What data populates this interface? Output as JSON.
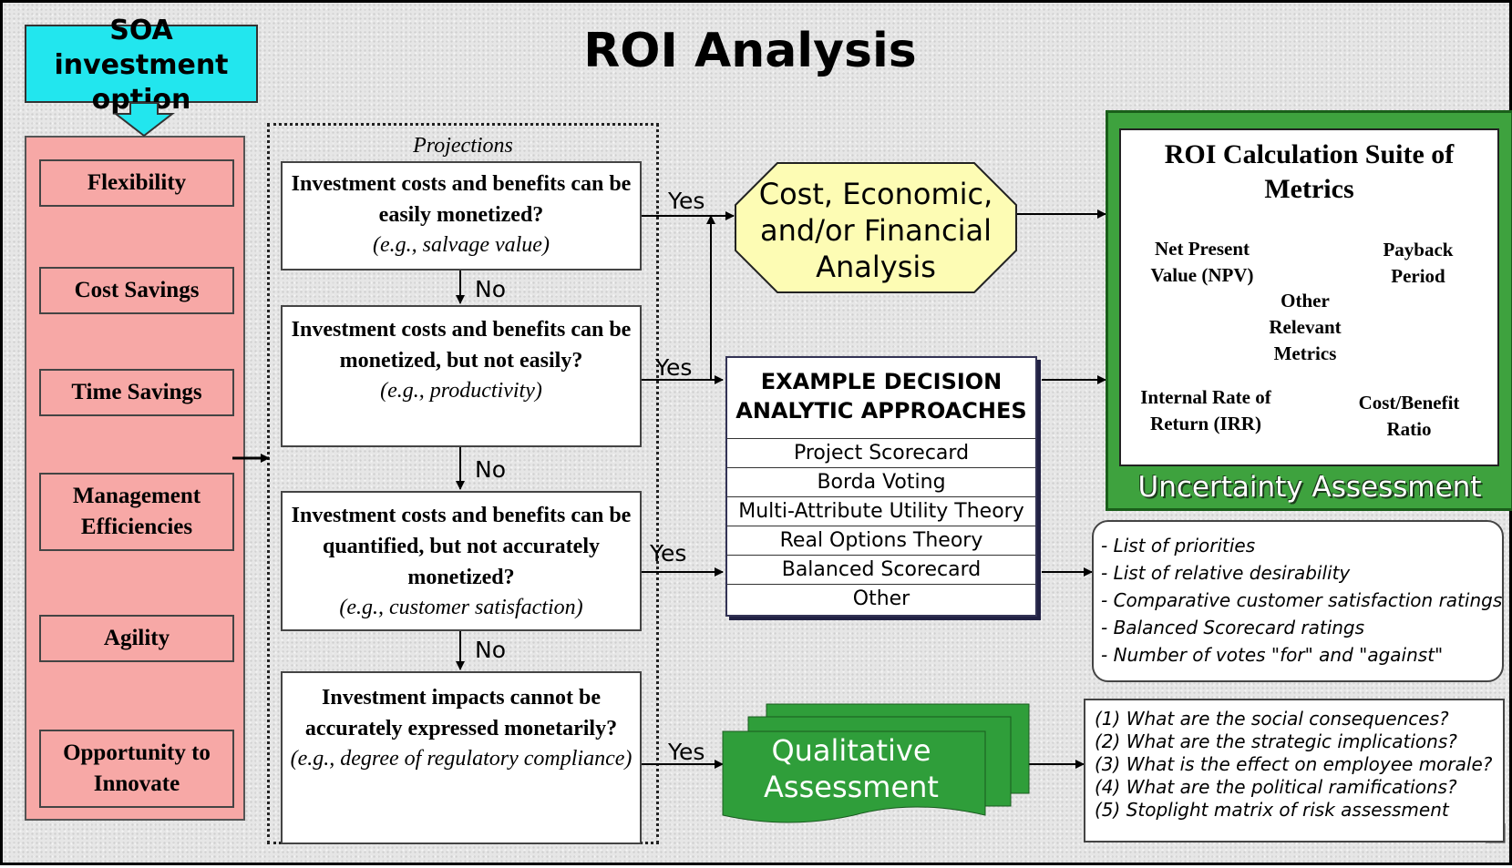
{
  "title": "ROI Analysis",
  "soa_option": "SOA investment option",
  "left_panel": {
    "items": [
      "Flexibility",
      "Cost Savings",
      "Time Savings",
      "Management Efficiencies",
      "Agility",
      "Opportunity to Innovate"
    ]
  },
  "projections": {
    "label": "Projections",
    "questions": [
      {
        "text": "Investment costs and benefits can be easily monetized?",
        "example": "(e.g., salvage value)"
      },
      {
        "text": "Investment costs and benefits can be monetized, but not easily?",
        "example": "(e.g., productivity)"
      },
      {
        "text": "Investment costs and benefits can be quantified, but not accurately monetized?",
        "example": "(e.g., customer satisfaction)"
      },
      {
        "text": "Investment impacts cannot be accurately expressed monetarily?",
        "example": "(e.g., degree of regulatory compliance)"
      }
    ]
  },
  "labels": {
    "yes": "Yes",
    "no": "No"
  },
  "cost_analysis": "Cost, Economic, and/or Financial Analysis",
  "example_approaches": {
    "heading": "EXAMPLE DECISION ANALYTIC APPROACHES",
    "items": [
      "Project Scorecard",
      "Borda Voting",
      "Multi-Attribute Utility Theory",
      "Real Options Theory",
      "Balanced Scorecard",
      "Other"
    ]
  },
  "roi_calculation": {
    "title": "ROI Calculation Suite of Metrics",
    "pieces": {
      "npv": "Net Present Value (NPV)",
      "payback": "Payback Period",
      "other": "Other Relevant Metrics",
      "irr": "Internal Rate of Return (IRR)",
      "cost_benefit": "Cost/Benefit Ratio"
    },
    "uncertainty": "Uncertainty Assessment"
  },
  "outcomes": [
    "- List of priorities",
    "- List of relative desirability",
    "- Comparative customer satisfaction ratings",
    "- Balanced Scorecard ratings",
    "- Number of votes \"for\" and \"against\""
  ],
  "qualitative": "Qualitative Assessment",
  "questions": [
    "(1)  What are the social consequences?",
    "(2)  What are the strategic implications?",
    "(3) What is the effect on employee morale?",
    "(4)  What are the political ramifications?",
    "(5)  Stoplight matrix of risk assessment"
  ],
  "colors": {
    "soa": "#22e6ee",
    "left_panel": "#f7a8a6",
    "cost_octagon": "#fdfcb4",
    "roi_frame": "#3ea23e",
    "npv": "#1cc48e",
    "payback": "#f57fb6",
    "irr": "#4e88e8",
    "cost_benefit": "#f4b2f4",
    "other": "#fdfcb4",
    "qualitative": "#2f9e3a"
  }
}
